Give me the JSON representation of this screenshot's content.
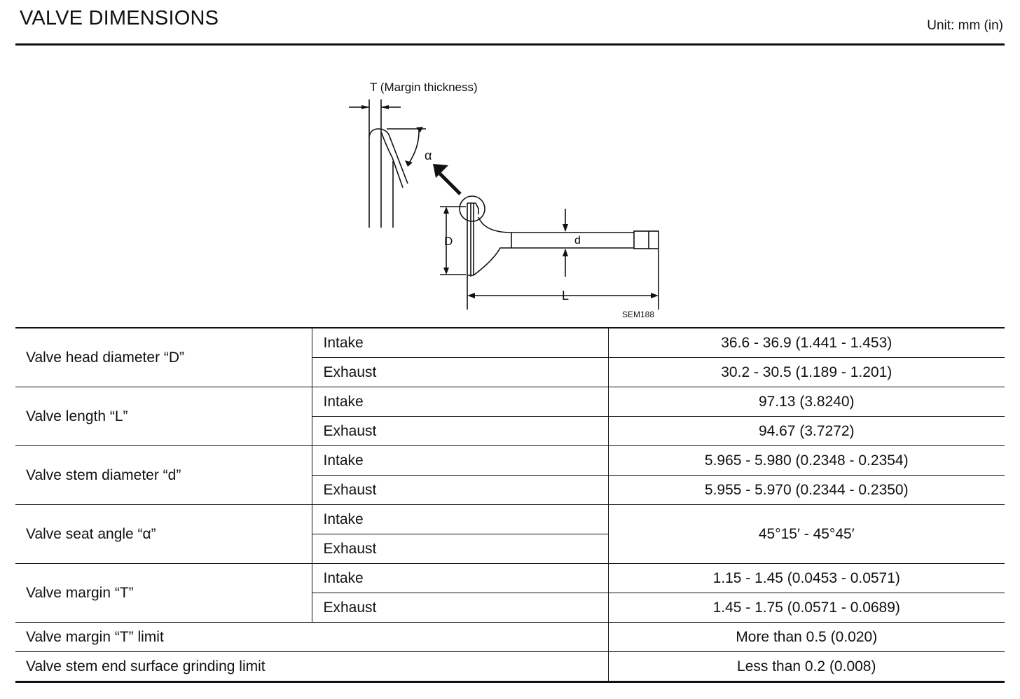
{
  "header": {
    "title": "VALVE DIMENSIONS",
    "unit": "Unit: mm (in)"
  },
  "figure": {
    "margin_label": "T (Margin thickness)",
    "alpha_label": "α",
    "head_label": "D",
    "stem_label": "d",
    "length_label": "L",
    "code": "SEM188"
  },
  "table": {
    "rows": [
      {
        "parameter": "Valve head diameter “D”",
        "entries": [
          {
            "type": "Intake",
            "value": "36.6 - 36.9 (1.441 - 1.453)"
          },
          {
            "type": "Exhaust",
            "value": "30.2 - 30.5 (1.189 - 1.201)"
          }
        ]
      },
      {
        "parameter": "Valve length “L”",
        "entries": [
          {
            "type": "Intake",
            "value": "97.13 (3.8240)"
          },
          {
            "type": "Exhaust",
            "value": "94.67 (3.7272)"
          }
        ]
      },
      {
        "parameter": "Valve stem diameter “d”",
        "entries": [
          {
            "type": "Intake",
            "value": "5.965 - 5.980 (0.2348 - 0.2354)"
          },
          {
            "type": "Exhaust",
            "value": "5.955 - 5.970 (0.2344 - 0.2350)"
          }
        ]
      },
      {
        "parameter": "Valve seat angle “α”",
        "types": [
          "Intake",
          "Exhaust"
        ],
        "value": "45°15′ - 45°45′"
      },
      {
        "parameter": "Valve margin “T”",
        "entries": [
          {
            "type": "Intake",
            "value": "1.15 - 1.45 (0.0453 - 0.0571)"
          },
          {
            "type": "Exhaust",
            "value": "1.45 - 1.75 (0.0571 - 0.0689)"
          }
        ]
      },
      {
        "parameter": "Valve margin “T” limit",
        "value": "More than 0.5 (0.020)"
      },
      {
        "parameter": "Valve stem end surface grinding limit",
        "value": "Less than 0.2 (0.008)"
      }
    ]
  }
}
